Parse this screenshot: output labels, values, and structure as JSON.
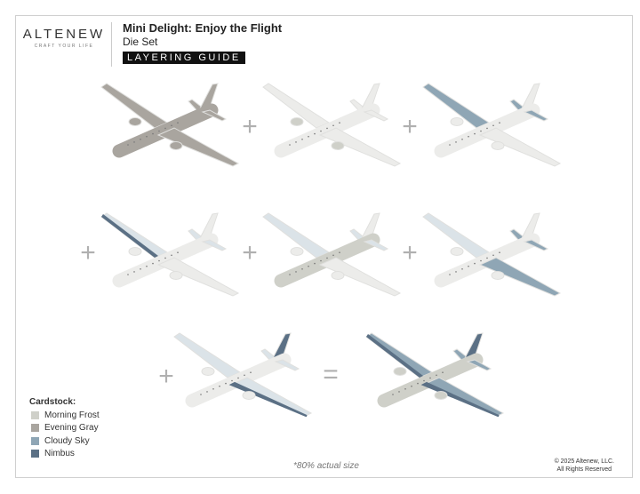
{
  "header": {
    "brand": "ALTENEW",
    "brand_tagline": "CRAFT YOUR LIFE",
    "title": "Mini Delight: Enjoy the Flight",
    "subtitle": "Die Set",
    "badge": "LAYERING GUIDE"
  },
  "operators": {
    "plus": "+",
    "equals": "="
  },
  "palette": {
    "light": "#ececea",
    "frost": "#cfd0c9",
    "gray": "#a9a59f",
    "sky": "#8fa6b5",
    "skylight": "#dbe3e8",
    "nimbus": "#5b7085",
    "outline": "#e0e0de"
  },
  "steps": [
    {
      "body": "gray",
      "wingA": "gray",
      "wingB": "gray",
      "fin": "gray",
      "stab": "gray",
      "engine": "gray",
      "edgeA": "",
      "edgeB": ""
    },
    {
      "body": "light",
      "wingA": "light",
      "wingB": "light",
      "fin": "light",
      "stab": "light",
      "engine": "frost",
      "edgeA": "",
      "edgeB": ""
    },
    {
      "body": "light",
      "wingA": "sky",
      "wingB": "light",
      "fin": "light",
      "stab": "sky",
      "engine": "light",
      "edgeA": "",
      "edgeB": ""
    },
    {
      "body": "light",
      "wingA": "skylight",
      "wingB": "light",
      "fin": "light",
      "stab": "skylight",
      "engine": "light",
      "edgeA": "nimbus",
      "edgeB": ""
    },
    {
      "body": "frost",
      "wingA": "skylight",
      "wingB": "light",
      "fin": "light",
      "stab": "skylight",
      "engine": "light",
      "edgeA": "",
      "edgeB": ""
    },
    {
      "body": "light",
      "wingA": "skylight",
      "wingB": "sky",
      "fin": "light",
      "stab": "sky",
      "engine": "light",
      "edgeA": "",
      "edgeB": ""
    },
    {
      "body": "light",
      "wingA": "skylight",
      "wingB": "skylight",
      "fin": "nimbus",
      "stab": "skylight",
      "engine": "light",
      "edgeA": "",
      "edgeB": "nimbus"
    },
    {
      "body": "frost",
      "wingA": "sky",
      "wingB": "sky",
      "fin": "nimbus",
      "stab": "sky",
      "engine": "frost",
      "edgeA": "nimbus",
      "edgeB": "nimbus"
    }
  ],
  "legend": {
    "title": "Cardstock:",
    "items": [
      {
        "label": "Morning Frost",
        "color": "#cfd0c9"
      },
      {
        "label": "Evening Gray",
        "color": "#a9a59f"
      },
      {
        "label": "Cloudy Sky",
        "color": "#8fa6b5"
      },
      {
        "label": "Nimbus",
        "color": "#5b7085"
      }
    ]
  },
  "footer": {
    "note": "*80% actual size",
    "copyright_line1": "© 2025 Altenew, LLC.",
    "copyright_line2": "All Rights Reserved"
  }
}
